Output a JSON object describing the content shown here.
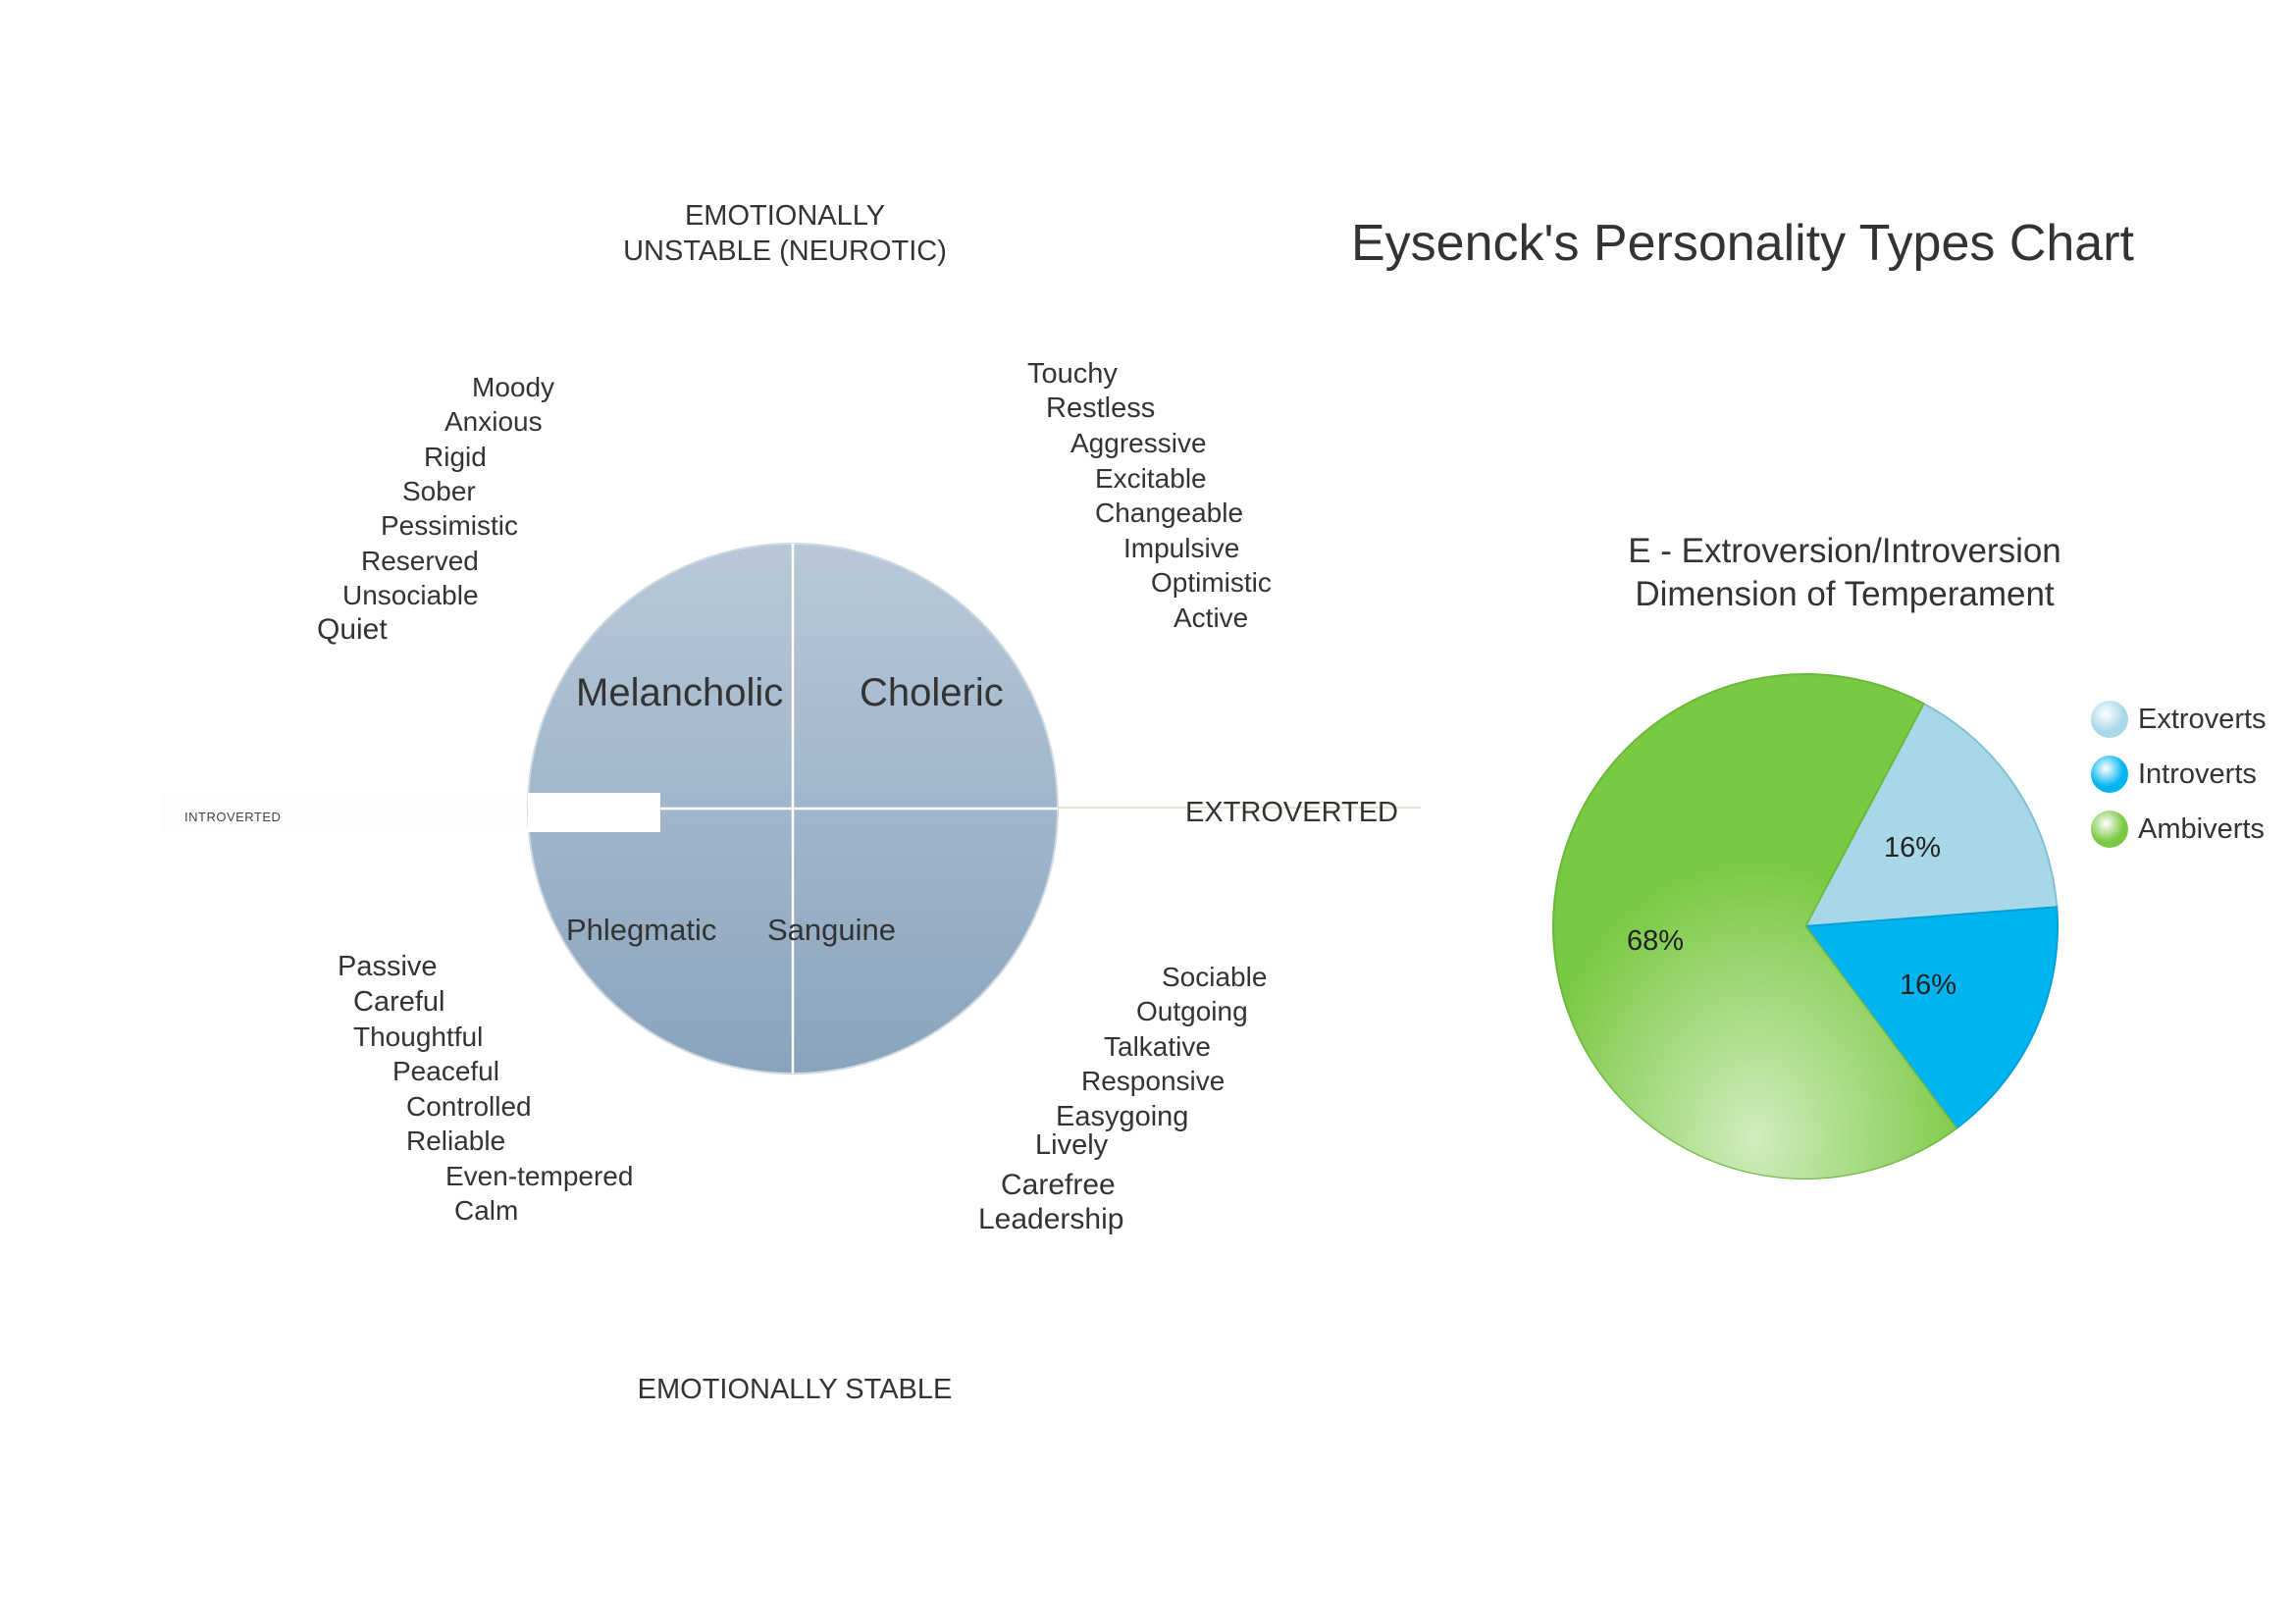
{
  "title": "Eysenck's Personality Types Chart",
  "axes": {
    "top_line1": "EMOTIONALLY",
    "top_line2": "UNSTABLE (NEUROTIC)",
    "bottom": "EMOTIONALLY STABLE",
    "right": "EXTROVERTED",
    "left": "INTROVERTED"
  },
  "quadrants": {
    "melancholic": "Melancholic",
    "choleric": "Choleric",
    "phlegmatic": "Phlegmatic",
    "sanguine": "Sanguine"
  },
  "traits": {
    "melancholic": [
      "Moody",
      "Anxious",
      "Rigid",
      "Sober",
      "Pessimistic",
      "Reserved",
      "Unsociable",
      "Quiet"
    ],
    "choleric": [
      "Touchy",
      "Restless",
      "Aggressive",
      "Excitable",
      "Changeable",
      "Impulsive",
      "Optimistic",
      "Active"
    ],
    "phlegmatic": [
      "Passive",
      "Careful",
      "Thoughtful",
      "Peaceful",
      "Controlled",
      "Reliable",
      "Even-tempered",
      "Calm"
    ],
    "sanguine": [
      "Sociable",
      "Outgoing",
      "Talkative",
      "Responsive",
      "Easygoing",
      "Lively",
      "Carefree",
      "Leadership"
    ]
  },
  "colors": {
    "circle_top": "#b8c8d8",
    "circle_bottom": "#8aa4bd",
    "extroverts": "#a8d8e8",
    "introverts": "#00b4f0",
    "ambiverts": "#7ac943"
  },
  "chart_data": {
    "type": "pie",
    "title_line1": "E - Extroversion/Introversion",
    "title_line2": "Dimension of Temperament",
    "legend_position": "right",
    "slices": [
      {
        "name": "Extroverts",
        "value": 16,
        "label": "16%"
      },
      {
        "name": "Introverts",
        "value": 16,
        "label": "16%"
      },
      {
        "name": "Ambiverts",
        "value": 68,
        "label": "68%"
      }
    ]
  }
}
